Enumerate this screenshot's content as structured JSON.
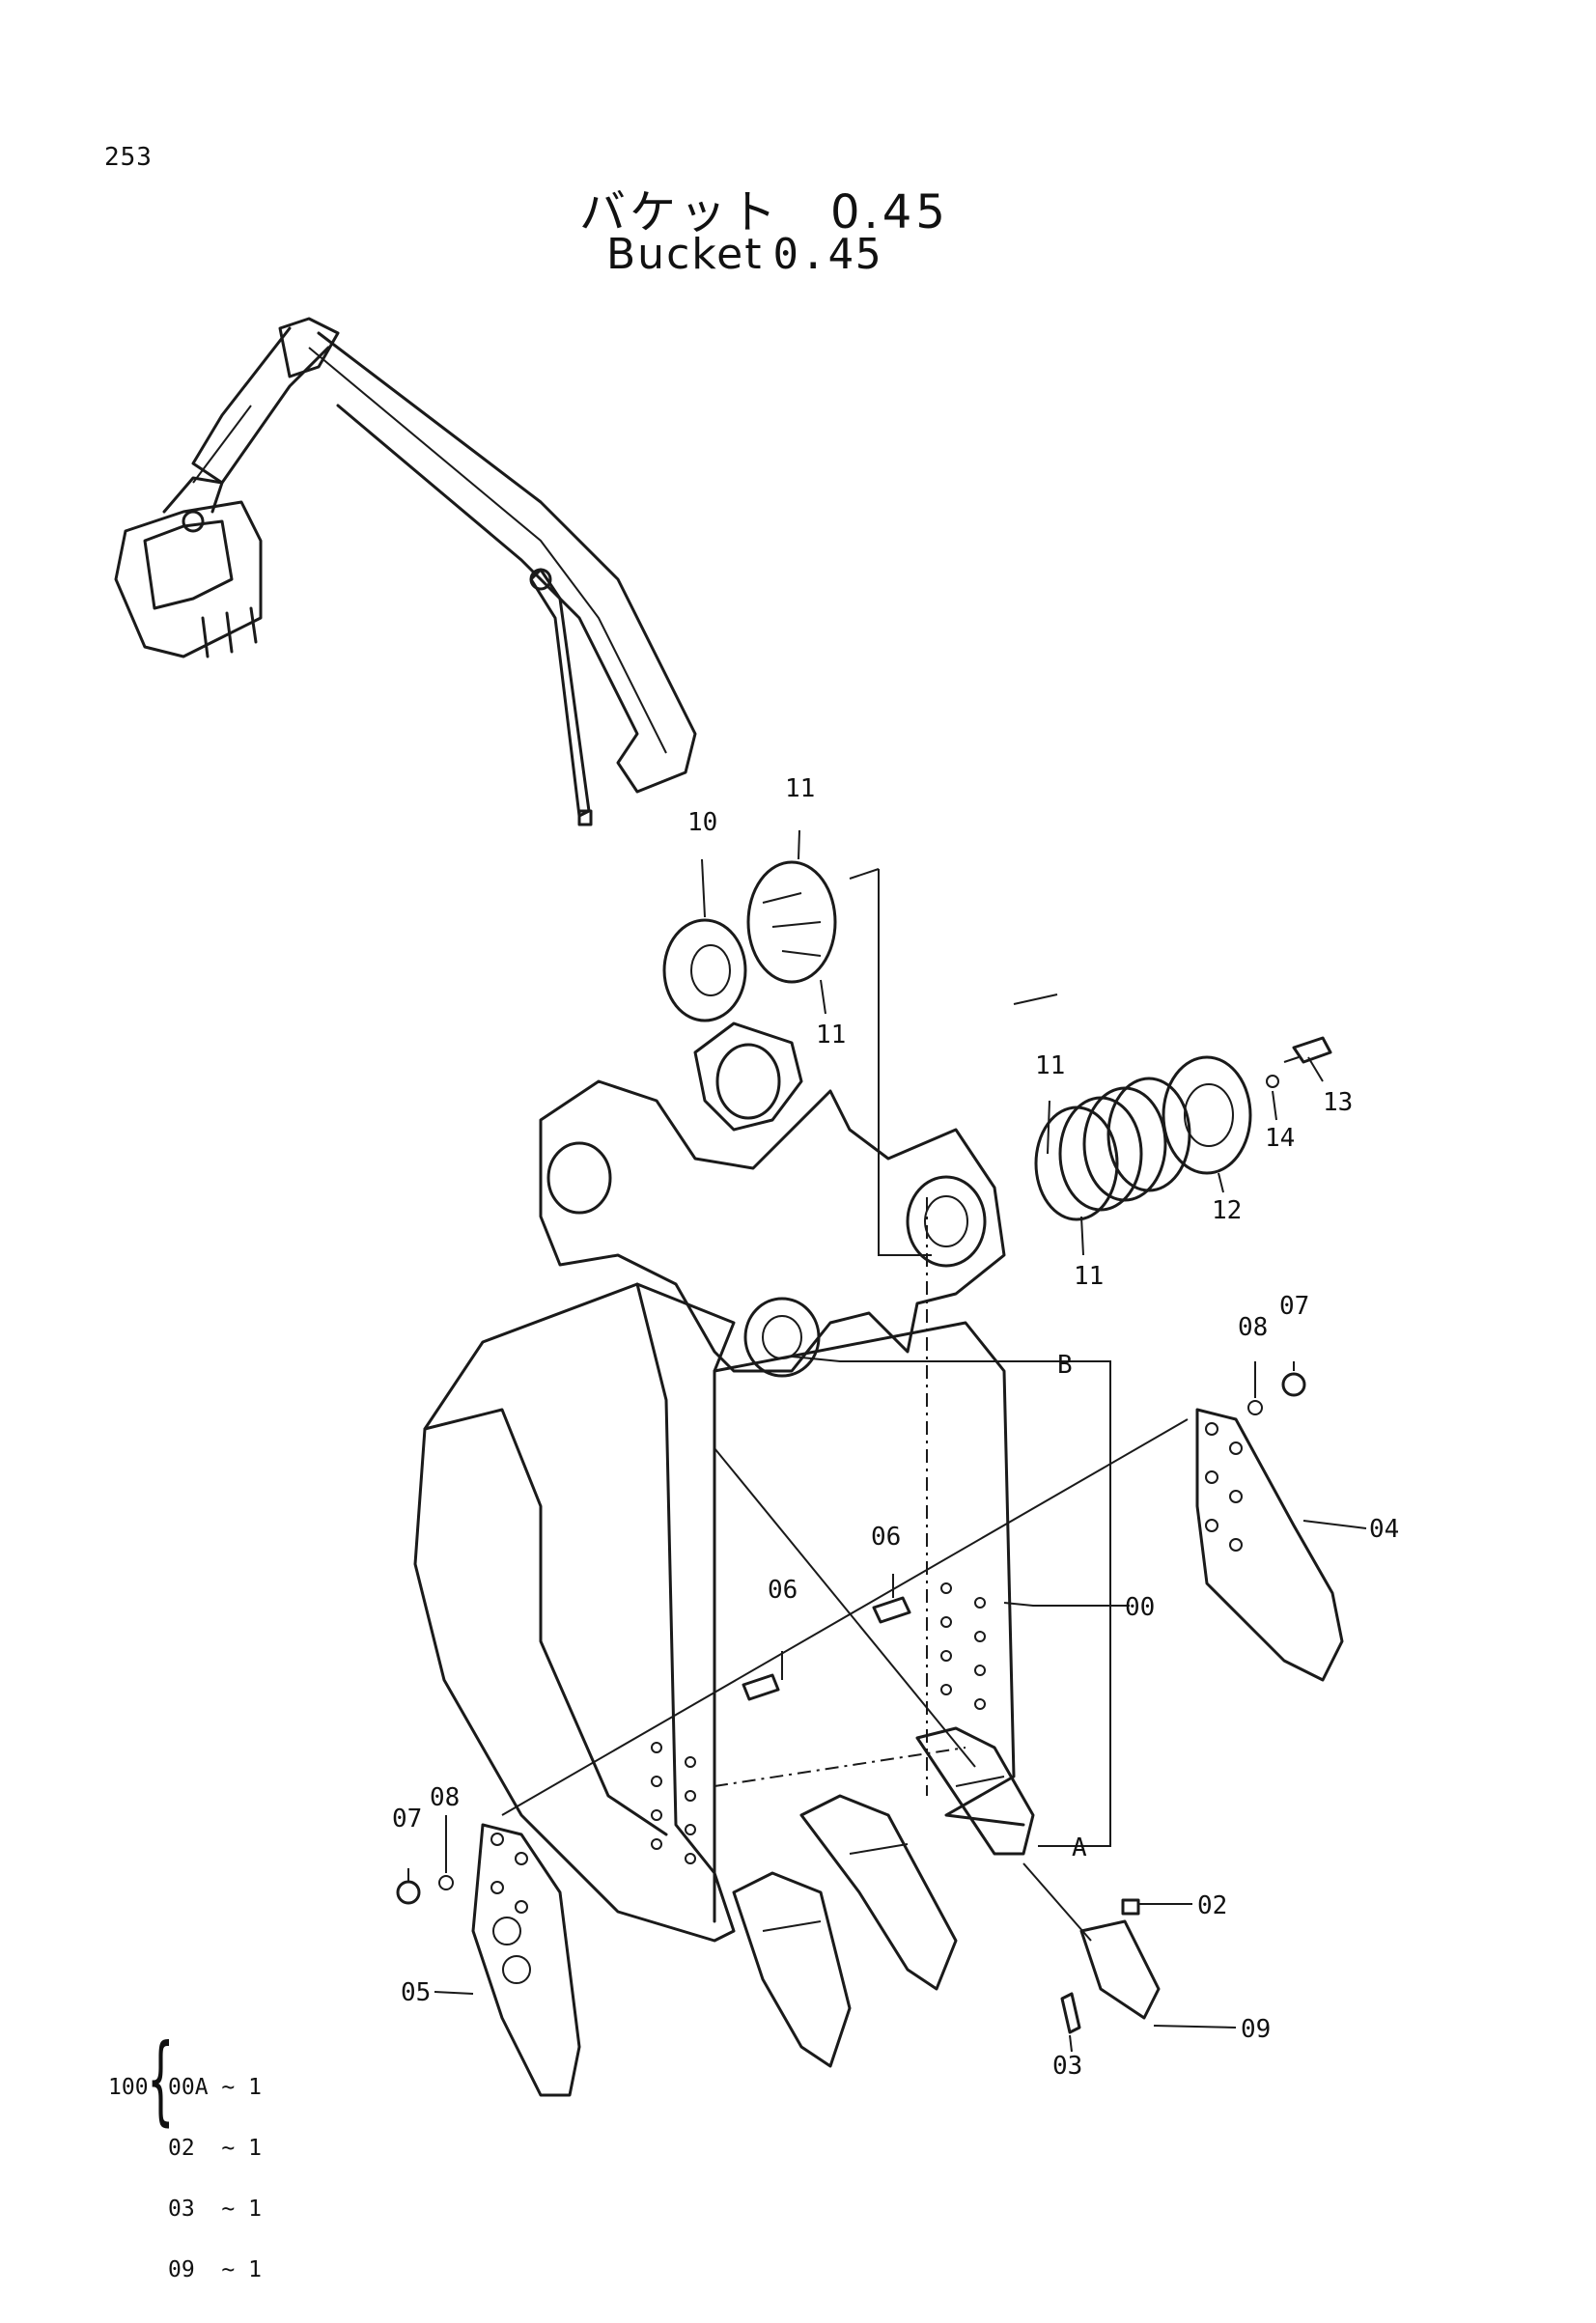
{
  "page_number": "253",
  "title": {
    "japanese": "バケット　0.45",
    "english": "Bucket",
    "english_size": "0.45"
  },
  "callouts": {
    "c00": "00",
    "c02": "02",
    "c03": "03",
    "c04": "04",
    "c05": "05",
    "c06a": "06",
    "c06b": "06",
    "c07a": "07",
    "c07b": "07",
    "c08a": "08",
    "c08b": "08",
    "c09": "09",
    "c10": "10",
    "c11a": "11",
    "c11b": "11",
    "c11c": "11",
    "c11d": "11",
    "c12": "12",
    "c13": "13",
    "c14": "14",
    "refA": "A",
    "refB": "B"
  },
  "assembly_list": {
    "parent": "100",
    "rows": [
      "00A ~ 1",
      "02  ~ 1",
      "03  ~ 1",
      "09  ~ 1"
    ]
  }
}
